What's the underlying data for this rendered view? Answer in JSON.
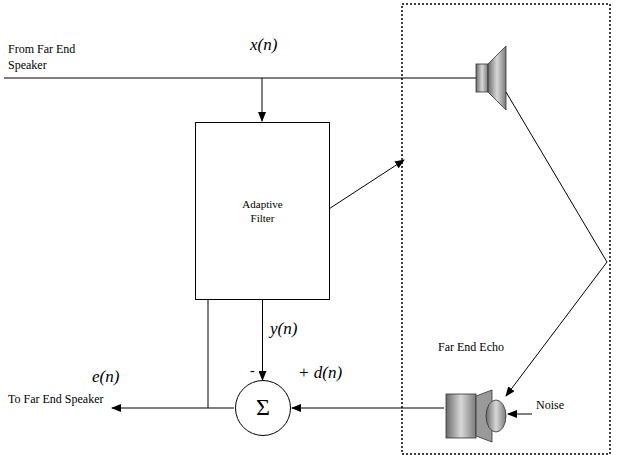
{
  "diagram": {
    "nodes": [
      {
        "text": [
          "Adaptive Filter"
        ]
      },
      {
        "text": [
          "Σ"
        ]
      }
    ],
    "edges": [
      {
        "from": 0,
        "to": 1,
        "arrow": "to"
      }
    ],
    "labels": [
      "From Far End Speaker",
      "x(n)",
      "y(n)",
      "-",
      "+ d(n)",
      "e(n)",
      "To Far End Speaker",
      "Far End Echo",
      "Noise"
    ]
  }
}
